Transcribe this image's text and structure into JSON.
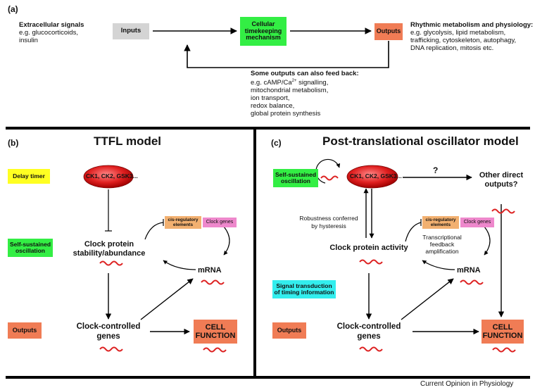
{
  "panel_a": {
    "label": "(a)",
    "inputs_heading": "Extracellular signals",
    "inputs_example": "e.g. glucocorticoids,",
    "inputs_example2": "insulin",
    "inputs_box": "Inputs",
    "mechanism_box_line1": "Cellular",
    "mechanism_box_line2": "timekeeping",
    "mechanism_box_line3": "mechanism",
    "outputs_box": "Outputs",
    "rhythmic_heading": "Rhythmic metabolism and physiology:",
    "rhythmic_line1": "e.g. glycolysis, lipid metabolism,",
    "rhythmic_line2": "trafficking, cytoskeleton, autophagy,",
    "rhythmic_line3": "DNA replication, mitosis etc.",
    "feedback_heading": "Some outputs can also feed back:",
    "feedback_line1_pre": "e.g. cAMP/Ca",
    "feedback_line1_sup": "2+",
    "feedback_line1_post": " signalling,",
    "feedback_line2": "mitochondrial metabolism,",
    "feedback_line3": "ion transport,",
    "feedback_line4": "redox balance,",
    "feedback_line5": "global protein synthesis"
  },
  "panel_b": {
    "label": "(b)",
    "title": "TTFL model",
    "delay_timer": "Delay timer",
    "kinases": "CK1, CK2, GSK3...",
    "self_sustained_line1": "Self-sustained",
    "self_sustained_line2": "oscillation",
    "cis_elements_line1": "cis-regulatory",
    "cis_elements_line2": "elements",
    "clock_genes": "Clock genes",
    "clock_protein_line1": "Clock protein",
    "clock_protein_line2": "stability/abundance",
    "mrna": "mRNA",
    "outputs": "Outputs",
    "clock_controlled_line1": "Clock-controlled",
    "clock_controlled_line2": "genes",
    "cell_function_line1": "CELL",
    "cell_function_line2": "FUNCTION"
  },
  "panel_c": {
    "label": "(c)",
    "title": "Post-translational oscillator model",
    "self_sustained_line1": "Self-sustained",
    "self_sustained_line2": "oscillation",
    "kinases": "CK1, CK2, GSK3...",
    "question": "?",
    "other_outputs_line1": "Other direct",
    "other_outputs_line2": "outputs?",
    "robustness_line1": "Robustness conferred",
    "robustness_line2": "by hysteresis",
    "cis_elements_line1": "cis-regulatory",
    "cis_elements_line2": "elements",
    "clock_genes": "Clock genes",
    "transcriptional_line1": "Transcriptional",
    "transcriptional_line2": "feedback",
    "transcriptional_line3": "amplification",
    "clock_protein_activity": "Clock protein activity",
    "mrna": "mRNA",
    "signal_line1": "Signal transduction",
    "signal_line2": "of timing information",
    "outputs": "Outputs",
    "clock_controlled_line1": "Clock-controlled",
    "clock_controlled_line2": "genes",
    "cell_function_line1": "CELL",
    "cell_function_line2": "FUNCTION"
  },
  "footer": {
    "credit": "Current Opinion in Physiology"
  },
  "colors": {
    "grey_box": "#d4d4d4",
    "green_box": "#33ee44",
    "orange_box": "#f07c55",
    "yellow_tag": "#ffff22",
    "cyan_tag": "#33eeee",
    "kinase_red": "#dd1111",
    "wave_red": "#dd2222",
    "cis_orange": "#f2b070",
    "clock_genes_pink": "#ee88cc"
  }
}
